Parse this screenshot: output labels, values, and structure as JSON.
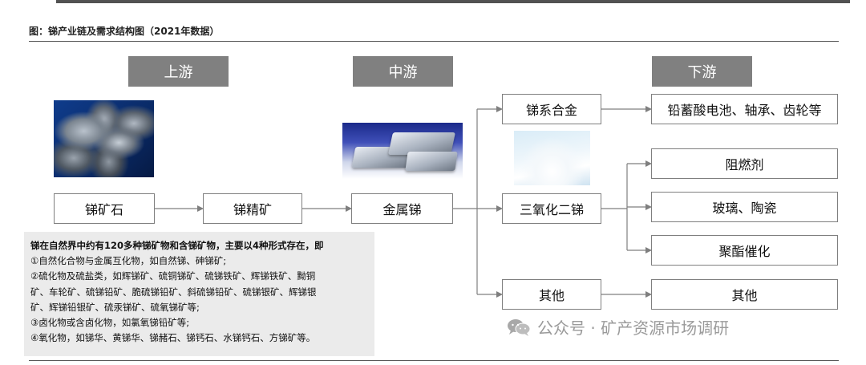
{
  "figure": {
    "title": "图：锑产业链及需求结构图（2021年数据）"
  },
  "stages": {
    "upstream": "上游",
    "midstream": "中游",
    "downstream": "下游"
  },
  "nodes": {
    "ore": "锑矿石",
    "concentrate": "锑精矿",
    "metal": "金属锑",
    "alloy": "锑系合金",
    "trioxide": "三氧化二锑",
    "other_mid": "其他",
    "lead_battery": "铅蓄酸电池、轴承、齿轮等",
    "flame_retardant": "阻燃剂",
    "glass_ceramic": "玻璃、陶瓷",
    "polyester_catalyst": "聚酯催化",
    "other_down": "其他"
  },
  "notes": {
    "lead": "锑在自然界中约有120多种锑矿物和含锑矿物，主要以4种形式存在，即",
    "lines": [
      "①自然化合物与金属互化物，如自然锑、砷锑矿;",
      "②硫化物及硫盐类，如辉锑矿、硫铜锑矿、硫锑铁矿、辉锑铁矿、黝铜",
      "矿、车轮矿、硫锑铅矿、脆硫锑铅矿、斜硫锑铅矿、硫锑银矿、辉锑银",
      "矿、辉锑铅银矿、硫汞锑矿、硫氧锑矿等;",
      "③卤化物或含卤化物，如氯氧锑铅矿等;",
      "④氧化物，如锑华、黄锑华、锑赭石、锑钙石、水锑钙石、方锑矿等。"
    ]
  },
  "watermark": {
    "text": "公众号 · 矿产资源市场调研",
    "icon": "wechat-icon"
  },
  "colors": {
    "header_bg": "#808080",
    "connector": "#7f7f7f",
    "notes_bg": "#ebebeb"
  }
}
